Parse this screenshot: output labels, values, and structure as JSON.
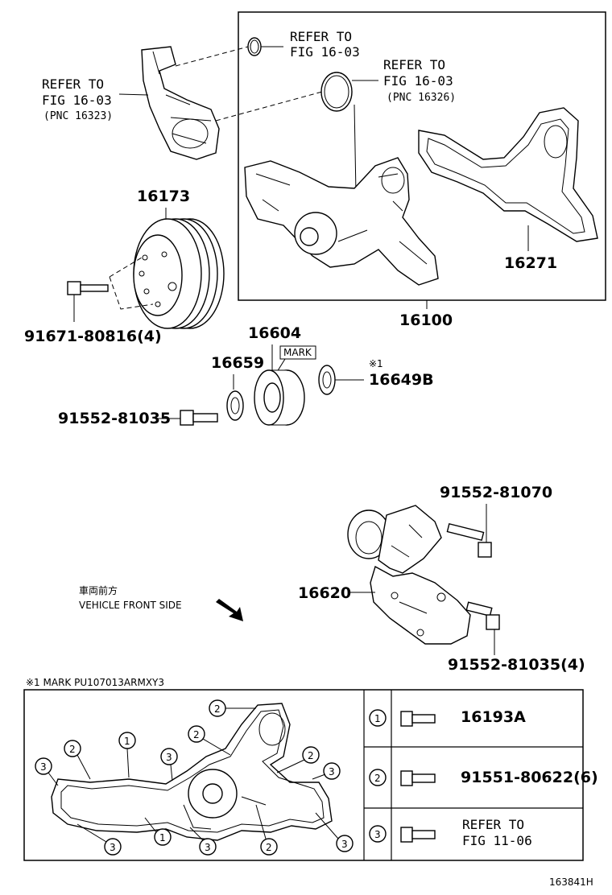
{
  "refs": {
    "ref_top": [
      "REFER TO",
      "FIG 16-03"
    ],
    "ref_mid": [
      "REFER TO",
      "FIG 16-03",
      "(PNC 16326)"
    ],
    "ref_left": [
      "REFER TO",
      "FIG 16-03",
      "(PNC 16323)"
    ]
  },
  "parts": {
    "p16173": "16173",
    "p16100": "16100",
    "p16271": "16271",
    "p91671": "91671-80816(4)",
    "p16604": "16604",
    "p16659": "16659",
    "p16649B": "16649B",
    "p91552_81035": "91552-81035",
    "p91552_81070": "91552-81070",
    "p16620": "16620",
    "p91552_81035_4": "91552-81035(4)"
  },
  "mark_tag": "MARK",
  "note_star": "※1",
  "direction": {
    "jp": "車両前方",
    "en": "VEHICLE FRONT SIDE"
  },
  "mark_note": "※1 MARK PU107013ARMXY3",
  "legend": [
    {
      "num": "1",
      "text": "16193A"
    },
    {
      "num": "2",
      "text": "91551-80622(6)"
    },
    {
      "num": "3",
      "lines": [
        "REFER TO",
        "FIG 11-06"
      ]
    }
  ],
  "callouts": [
    "1",
    "2",
    "3"
  ],
  "figure_id": "163841H"
}
